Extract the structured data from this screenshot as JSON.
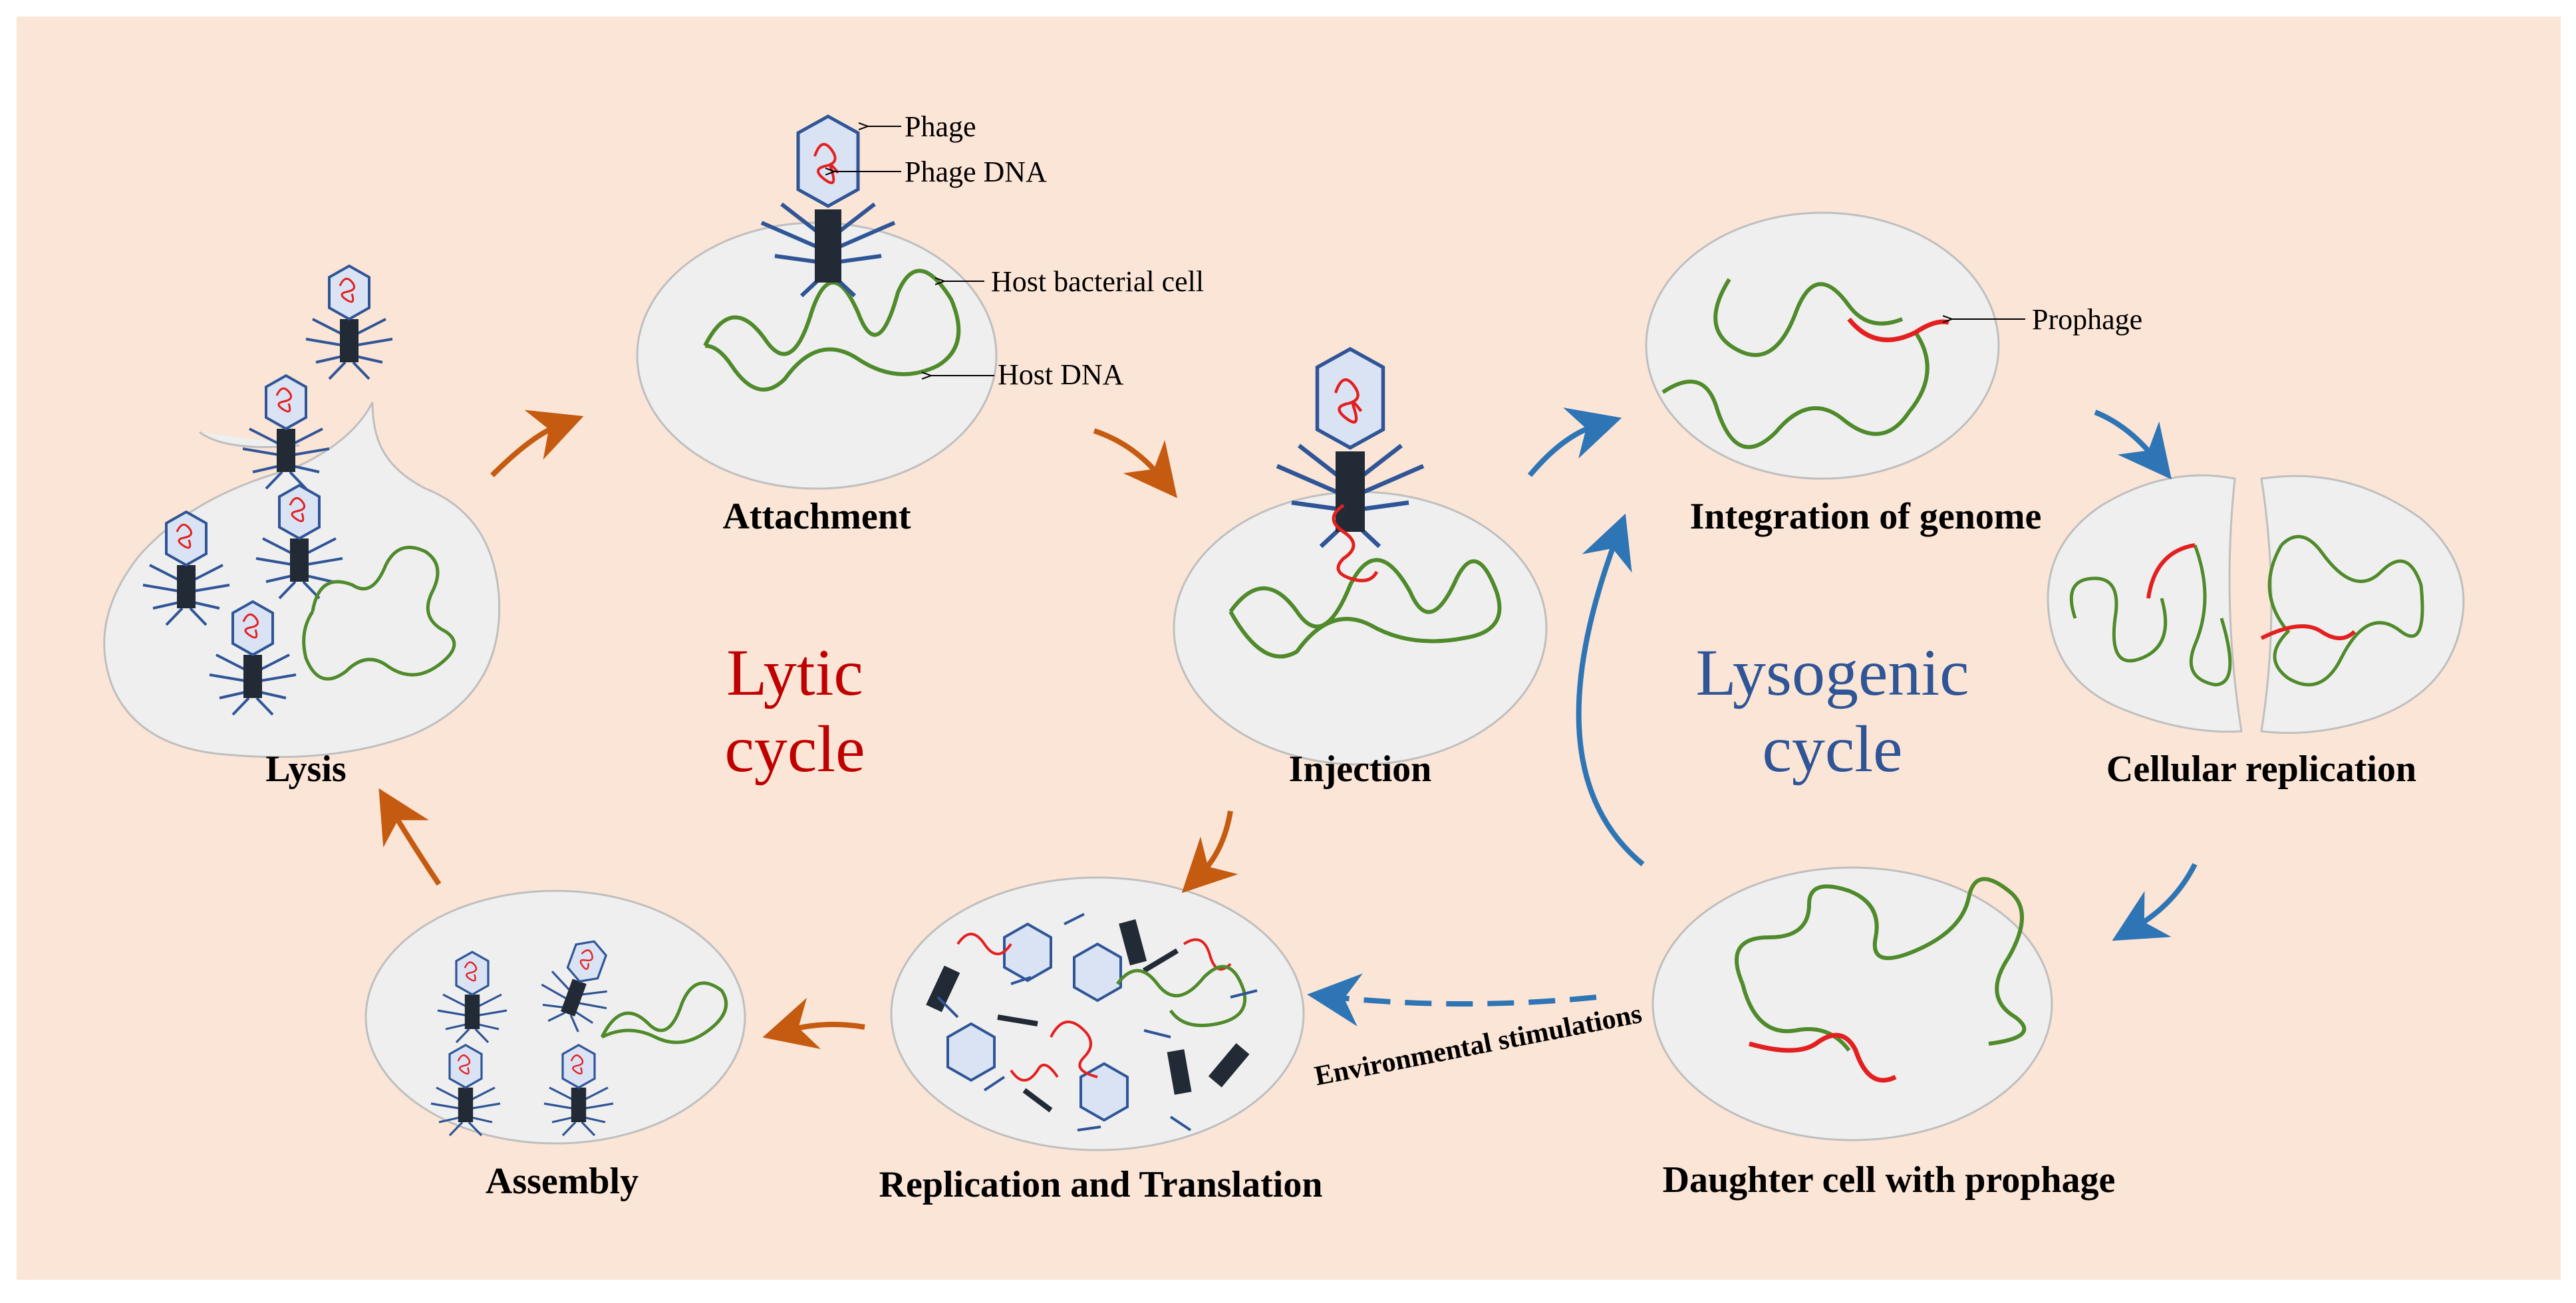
{
  "colors": {
    "background": "#fbe5d6",
    "cell_fill": "#efefef",
    "cell_stroke": "#bfbfbf",
    "host_dna": "#4f8a2b",
    "phage_dna": "#e32020",
    "phage_head_fill": "#dae3f3",
    "phage_outline": "#2f5597",
    "phage_tail": "#222a35",
    "lytic_arrow": "#c55a11",
    "lysogenic_arrow": "#2e75b6",
    "lytic_text": "#c00000",
    "lysogenic_text": "#2f5597"
  },
  "callouts": {
    "phage": "Phage",
    "phage_dna": "Phage DNA",
    "host_cell": "Host bacterial cell",
    "host_dna": "Host DNA",
    "prophage": "Prophage"
  },
  "stages": {
    "attachment": "Attachment",
    "injection": "Injection",
    "integration": "Integration of genome",
    "cellular_replication": "Cellular replication",
    "daughter": "Daughter cell with prophage",
    "replication_translation": "Replication and Translation",
    "assembly": "Assembly",
    "lysis": "Lysis"
  },
  "cycles": {
    "lytic_line1": "Lytic",
    "lytic_line2": "cycle",
    "lysogenic_line1": "Lysogenic",
    "lysogenic_line2": "cycle"
  },
  "environment": "Environmental stimulations"
}
